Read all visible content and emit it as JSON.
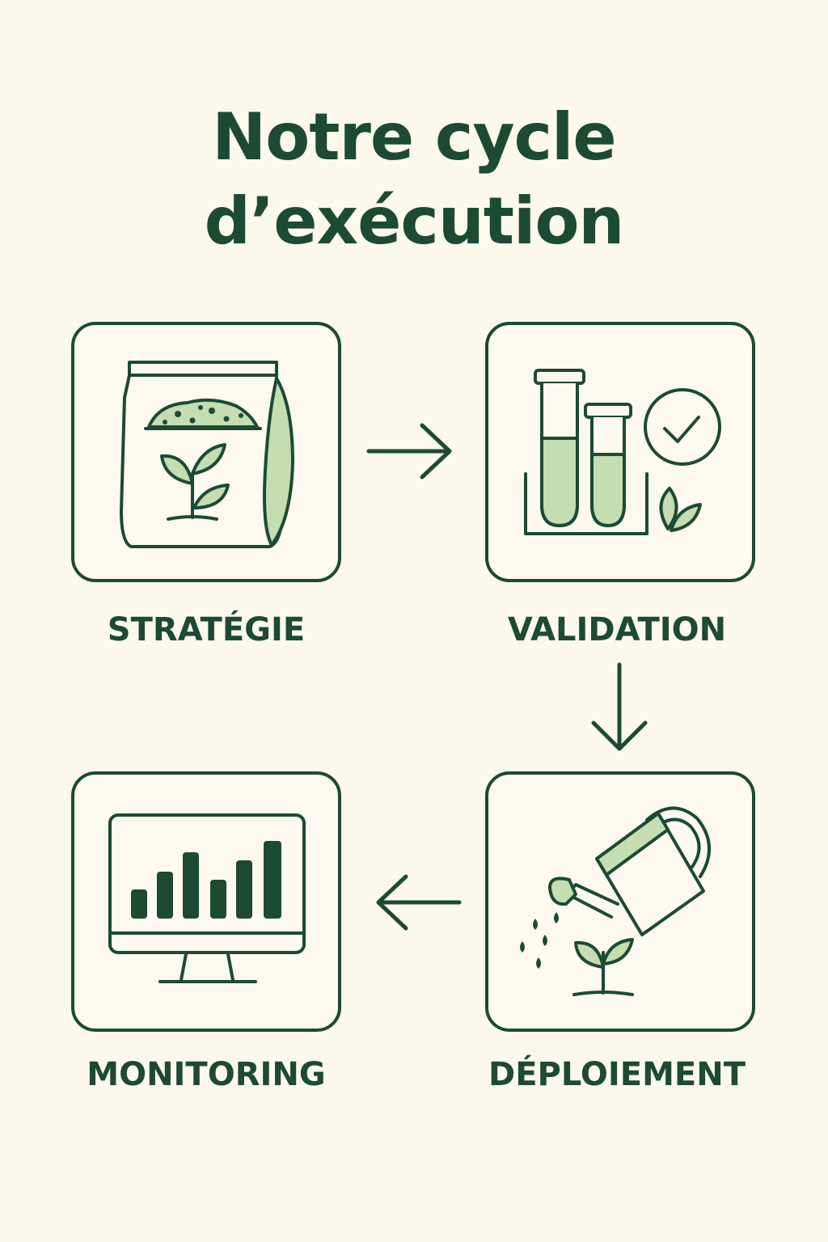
{
  "title": {
    "line1": "Notre cycle",
    "line2": "d’exécution"
  },
  "steps": [
    {
      "label": "STRATÉGIE",
      "icon": "seed-bag-icon"
    },
    {
      "label": "VALIDATION",
      "icon": "test-tubes-check-icon"
    },
    {
      "label": "DÉPLOIEMENT",
      "icon": "watering-can-icon"
    },
    {
      "label": "MONITORING",
      "icon": "monitor-bar-chart-icon"
    }
  ],
  "colors": {
    "background": "#fcf8ec",
    "stroke": "#1c4a34",
    "accent": "#c4ddb1"
  }
}
